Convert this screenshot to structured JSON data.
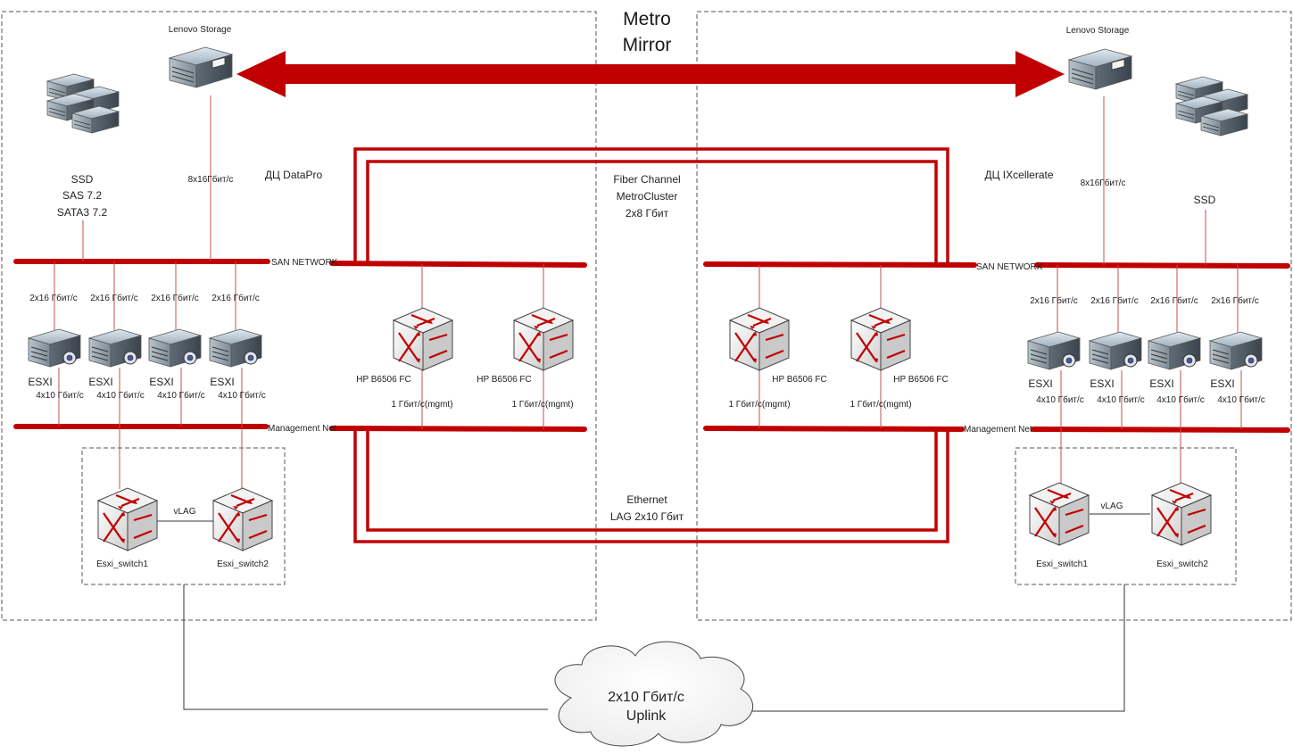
{
  "title_line1": "Metro",
  "title_line2": "Mirror",
  "colors": {
    "accent": "#c00000",
    "thin": "#c0504d",
    "frame": "#555555"
  },
  "left": {
    "dc_name": "ДЦ DataPro",
    "storage_label": "Lenovo Storage",
    "storage_link": "8x16Гбит/с",
    "disk_types": [
      "SSD",
      "SAS 7.2",
      "SATA3 7.2"
    ],
    "san_label": "SAN NETWORK",
    "mgmt_label": "Management Net",
    "esxi_uplinks": [
      "2x16 Гбит/с",
      "2x16 Гбит/с",
      "2x16 Гбит/с",
      "2x16 Гбит/с"
    ],
    "esxi_hosts": [
      "ESXI",
      "ESXI",
      "ESXI",
      "ESXI"
    ],
    "esxi_mgmt": [
      "4x10 Гбит/с",
      "4x10 Гбит/с",
      "4x10 Гбит/с",
      "4x10 Гбит/с"
    ],
    "fc_switches": [
      "HP B6506 FC",
      "HP B6506 FC"
    ],
    "fc_mgmt": [
      "1 Гбит/с(mgmt)",
      "1 Гбит/с(mgmt)"
    ],
    "switch1": "Esxi_switch1",
    "switch2": "Esxi_switch2",
    "vlag": "vLAG"
  },
  "right": {
    "dc_name": "ДЦ IXcellerate",
    "storage_label": "Lenovo Storage",
    "storage_link": "8x16Гбит/с",
    "disk_types": [
      "SSD"
    ],
    "san_label": "SAN NETWORK",
    "mgmt_label": "Management Net",
    "esxi_uplinks": [
      "2x16 Гбит/с",
      "2x16 Гбит/с",
      "2x16 Гбит/с",
      "2x16 Гбит/с"
    ],
    "esxi_hosts": [
      "ESXI",
      "ESXI",
      "ESXI",
      "ESXI"
    ],
    "esxi_mgmt": [
      "4x10 Гбит/с",
      "4x10 Гбит/с",
      "4x10 Гбит/с",
      "4x10 Гбит/с"
    ],
    "fc_switches": [
      "HP B6506 FC",
      "HP B6506 FC"
    ],
    "fc_mgmt": [
      "1 Гбит/с(mgmt)",
      "1 Гбит/с(mgmt)"
    ],
    "switch1": "Esxi_switch1",
    "switch2": "Esxi_switch2",
    "vlag": "vLAG"
  },
  "fc_link": [
    "Fiber Channel",
    "MetroCluster",
    "2x8 Гбит"
  ],
  "eth_link": [
    "Ethernet",
    "LAG 2x10 Гбит"
  ],
  "uplink_cloud": [
    "2x10 Гбит/с",
    "Uplink"
  ]
}
